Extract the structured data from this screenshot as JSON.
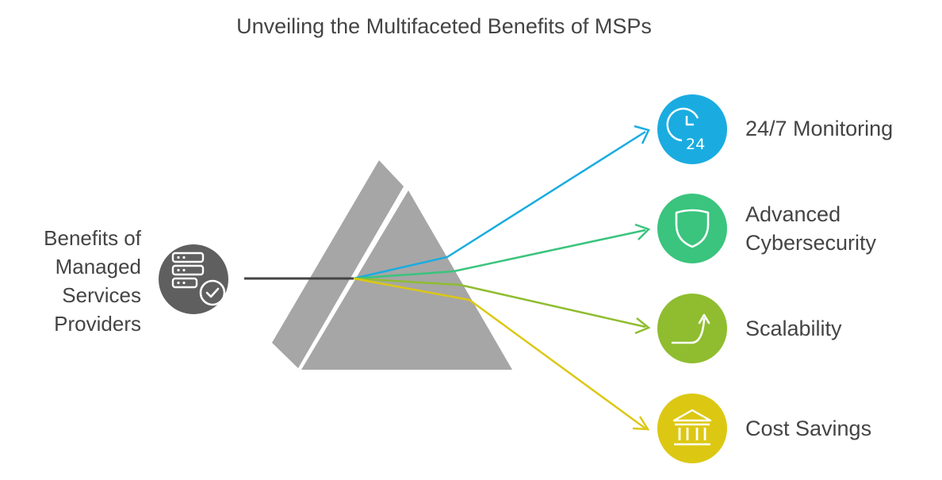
{
  "title": "Unveiling the Multifaceted Benefits of MSPs",
  "source": {
    "label_lines": [
      "Benefits of",
      "Managed",
      "Services",
      "Providers"
    ],
    "icon": "server-check-icon",
    "color": "#5f5f5f"
  },
  "prism": {
    "color": "#a6a6a6"
  },
  "items": [
    {
      "label_lines": [
        "24/7 Monitoring"
      ],
      "icon": "clock-24-icon",
      "color": "#1aace0"
    },
    {
      "label_lines": [
        "Advanced",
        "Cybersecurity"
      ],
      "icon": "shield-icon",
      "color": "#3ac47d"
    },
    {
      "label_lines": [
        "Scalability"
      ],
      "icon": "growth-arrow-icon",
      "color": "#8fbd2f"
    },
    {
      "label_lines": [
        "Cost Savings"
      ],
      "icon": "bank-icon",
      "color": "#dcc813"
    }
  ]
}
